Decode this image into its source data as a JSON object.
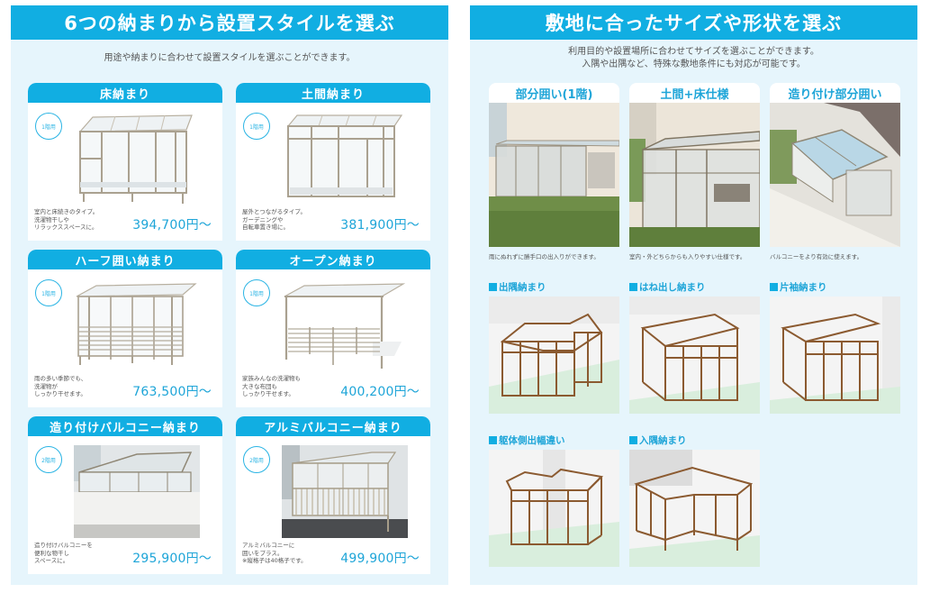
{
  "left": {
    "title": "6つの納まりから設置スタイルを選ぶ",
    "subtitle": "用途や納まりに合わせて設置スタイルを選ぶことができます。",
    "cards": [
      {
        "title": "床納まり",
        "badge": "1階用",
        "desc": "室内と床続きのタイプ。\n洗濯物干しや\nリラックススペースに。",
        "price": "394,700円〜",
        "image": "floor-style-sunroom"
      },
      {
        "title": "土間納まり",
        "badge": "1階用",
        "desc": "屋外とつながるタイプ。\nガーデニングや\n自転車置き場に。",
        "price": "381,900円〜",
        "image": "earthen-floor-sunroom"
      },
      {
        "title": "ハーフ囲い納まり",
        "badge": "1階用",
        "desc": "雨の多い季節でも、\n洗濯物が\nしっかり干せます。",
        "price": "763,500円〜",
        "image": "half-enclosure-sunroom"
      },
      {
        "title": "オープン納まり",
        "badge": "1階用",
        "desc": "家族みんなの洗濯物も\n大きな布団も\nしっかり干せます。",
        "price": "400,200円〜",
        "image": "open-style-terrace"
      },
      {
        "title": "造り付けバルコニー納まり",
        "badge": "2階用",
        "desc": "造り付けバルコニーを\n便利な物干し\nスペースに。",
        "price": "295,900円〜",
        "image": "built-in-balcony-photo"
      },
      {
        "title": "アルミバルコニー納まり",
        "badge": "2階用",
        "desc": "アルミバルコニーに\n囲いをプラス。\n※縦格子は40格子です。",
        "price": "499,900円〜",
        "image": "aluminum-balcony-photo"
      }
    ]
  },
  "right": {
    "title": "敷地に合ったサイズや形状を選ぶ",
    "subtitle_line1": "利用目的や設置場所に合わせてサイズを選ぶことができます。",
    "subtitle_line2": "入隅や出隅など、特殊な敷地条件にも対応が可能です。",
    "tiles": [
      {
        "title": "部分囲い(1階)",
        "caption": "雨にぬれずに勝手口の出入りができます。"
      },
      {
        "title": "土間+床仕様",
        "caption": "室内・外どちらからも入りやすい仕様です。"
      },
      {
        "title": "造り付け部分囲い",
        "caption": "バルコニーをより有効に使えます。"
      }
    ],
    "variants": [
      {
        "label": "出隅納まり"
      },
      {
        "label": "はね出し納まり"
      },
      {
        "label": "片袖納まり"
      },
      {
        "label": "躯体側出幅違い"
      },
      {
        "label": "入隅納まり"
      }
    ]
  },
  "colors": {
    "accent": "#11aee2",
    "price": "#1ea5d8",
    "panel_bg": "#e6f5fc",
    "frame_wood": "#8b5a30",
    "frame_alu": "#a89f8c"
  }
}
